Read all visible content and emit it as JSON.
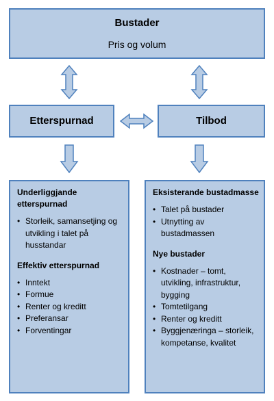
{
  "top": {
    "title": "Bustader",
    "subtitle": "Pris og volum"
  },
  "demand": {
    "label": "Etterspurnad"
  },
  "supply": {
    "label": "Tilbod"
  },
  "left_panel": {
    "section1_heading": "Underliggjande etterspurnad",
    "section1_items": [
      "Storleik, samansetjing og utvikling i talet på husstandar"
    ],
    "section2_heading": "Effektiv etterspurnad",
    "section2_items": [
      "Inntekt",
      "Formue",
      "Renter og kreditt",
      "Preferansar",
      "Forventingar"
    ]
  },
  "right_panel": {
    "section1_heading": "Eksisterande bustadmasse",
    "section1_items": [
      "Talet på bustader",
      "Utnytting av bustadmassen"
    ],
    "section2_heading": "Nye bustader",
    "section2_items": [
      "Kostnader – tomt, utvikling, infrastruktur, bygging",
      "Tomtetilgang",
      "Renter og kreditt",
      "Byggjenæringa – storleik, kompetanse, kvalitet"
    ]
  },
  "colors": {
    "box_fill": "#b8cce4",
    "box_border": "#4f81bd"
  }
}
